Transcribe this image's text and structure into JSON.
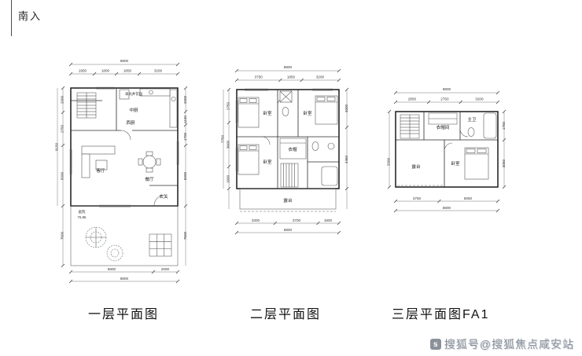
{
  "header": {
    "corner_label": "南入"
  },
  "watermark": {
    "text": "搜狐号@搜狐焦点咸安站",
    "icon": "sohu-logo"
  },
  "plans": [
    {
      "title": "一层平面图",
      "dims": {
        "top_total": "8800",
        "top": [
          "1950",
          "1800",
          "1850",
          "3200"
        ],
        "left": [
          "2000",
          "2750",
          "5000"
        ],
        "left_total": "9150",
        "left_lower": "7600",
        "right": [
          "2000",
          "1100",
          "1700",
          "5000"
        ],
        "right_lower": "7600",
        "bottom": [
          "6800",
          "2000"
        ],
        "bottom_total": "8800"
      },
      "rooms": {
        "lightwell": "采光井花园",
        "kitchen_mid": "中厨",
        "kitchen_west": "西厨",
        "living": "客厅",
        "dining": "餐厅",
        "foyer": "玄关",
        "yard": "庭院",
        "yard_area": "76.85"
      }
    },
    {
      "title": "二层平面图",
      "dims": {
        "top_total": "8800",
        "top": [
          "3750",
          "1850",
          "3200"
        ],
        "left": [
          "2750",
          "3600",
          "1800"
        ],
        "left_total": "7750",
        "right": [
          "3300",
          "4450"
        ],
        "bottom": [
          "3300",
          "3700",
          "1800"
        ],
        "bottom_total": "8800"
      },
      "rooms": {
        "bed1": "卧室",
        "bed2": "卧室",
        "bed3": "卧室",
        "closet": "衣帽",
        "terrace": "露台"
      }
    },
    {
      "title": "三层平面图FA1",
      "dims": {
        "top_total": "8800",
        "top": [
          "2850",
          "2750",
          "3200"
        ],
        "left": [
          "3300"
        ],
        "right": [
          "1750",
          "3050"
        ],
        "bottom": [
          "3750",
          "5050"
        ],
        "bottom_total": "8800"
      },
      "rooms": {
        "bedroom": "卧室",
        "closet": "衣帽间",
        "bath": "主卫",
        "terrace": "露台"
      }
    }
  ]
}
